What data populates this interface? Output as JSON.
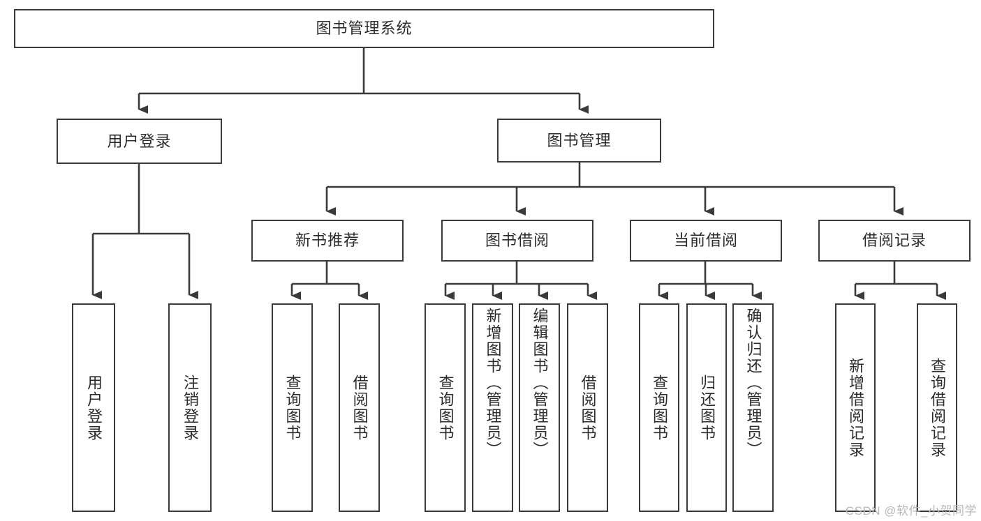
{
  "diagram": {
    "title_box": {
      "label": "图书管理系统"
    },
    "level2": [
      {
        "id": "user-login",
        "label": "用户登录"
      },
      {
        "id": "book-management",
        "label": "图书管理"
      }
    ],
    "level3": [
      {
        "id": "new-book-recommend",
        "label": "新书推荐"
      },
      {
        "id": "book-borrow",
        "label": "图书借阅"
      },
      {
        "id": "current-borrow",
        "label": "当前借阅"
      },
      {
        "id": "borrow-record",
        "label": "借阅记录"
      }
    ],
    "leaves": [
      {
        "id": "leaf-user-login",
        "label": "用户登录"
      },
      {
        "id": "leaf-logout-login",
        "label": "注销登录"
      },
      {
        "id": "leaf-query-book-1",
        "label": "查询图书"
      },
      {
        "id": "leaf-borrow-book-1",
        "label": "借阅图书"
      },
      {
        "id": "leaf-query-book-2",
        "label": "查询图书"
      },
      {
        "id": "leaf-add-book-admin",
        "label": "新增图书（管理员）"
      },
      {
        "id": "leaf-edit-book-admin",
        "label": "编辑图书（管理员）"
      },
      {
        "id": "leaf-borrow-book-2",
        "label": "借阅图书"
      },
      {
        "id": "leaf-query-book-3",
        "label": "查询图书"
      },
      {
        "id": "leaf-return-book",
        "label": "归还图书"
      },
      {
        "id": "leaf-confirm-return-admin",
        "label": "确认归还（管理员）"
      },
      {
        "id": "leaf-add-borrow-record",
        "label": "新增借阅记录"
      },
      {
        "id": "leaf-query-borrow-record",
        "label": "查询借阅记录"
      }
    ],
    "watermark": {
      "text": "CSDN @软件_小贺同学"
    },
    "colors": {
      "stroke": "#3a3a3a",
      "fill": "#ffffff",
      "text": "#2b2b2b",
      "watermark": "#b9b9b9"
    }
  }
}
